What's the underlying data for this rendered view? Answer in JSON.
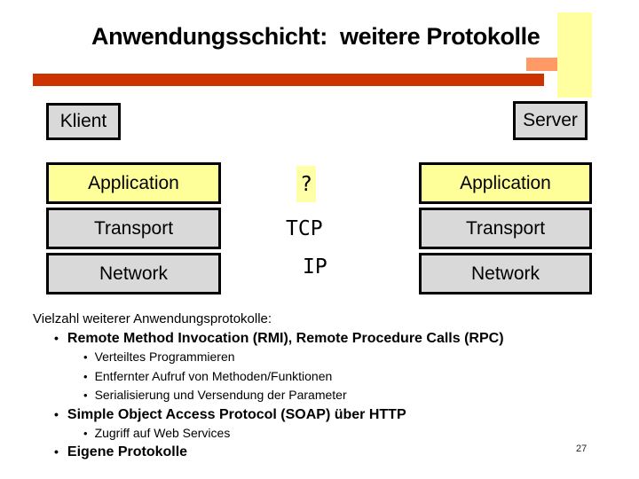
{
  "slide": {
    "title": "Anwendungsschicht:  weitere Protokolle",
    "page_number": "27"
  },
  "colors": {
    "accent_red": "#cc3300",
    "accent_orange": "#ff9966",
    "accent_yellow": "#ffffa0",
    "layer_yellow": "#ffff99",
    "layer_gray": "#d9d9d9"
  },
  "diagram": {
    "client_label": "Klient",
    "server_label": "Server",
    "client_stack": [
      "Application",
      "Transport",
      "Network"
    ],
    "server_stack": [
      "Application",
      "Transport",
      "Network"
    ],
    "middle": {
      "application_protocol": "?",
      "transport_protocol": "TCP",
      "network_protocol": "IP"
    }
  },
  "bullets": {
    "bullet_char": "•",
    "intro": "Vielzahl weiterer Anwendungsprotokolle:",
    "items": [
      {
        "level": 1,
        "bold": true,
        "text": "Remote Method Invocation (RMI), Remote Procedure Calls (RPC)"
      },
      {
        "level": 2,
        "bold": false,
        "text": "Verteiltes Programmieren"
      },
      {
        "level": 2,
        "bold": false,
        "text": "Entfernter Aufruf von Methoden/Funktionen"
      },
      {
        "level": 2,
        "bold": false,
        "text": "Serialisierung und Versendung der Parameter"
      },
      {
        "level": 1,
        "bold": true,
        "text": "Simple Object Access Protocol (SOAP) über HTTP"
      },
      {
        "level": 2,
        "bold": false,
        "text": "Zugriff auf Web Services"
      },
      {
        "level": 1,
        "bold": true,
        "text": "Eigene Protokolle"
      }
    ]
  }
}
